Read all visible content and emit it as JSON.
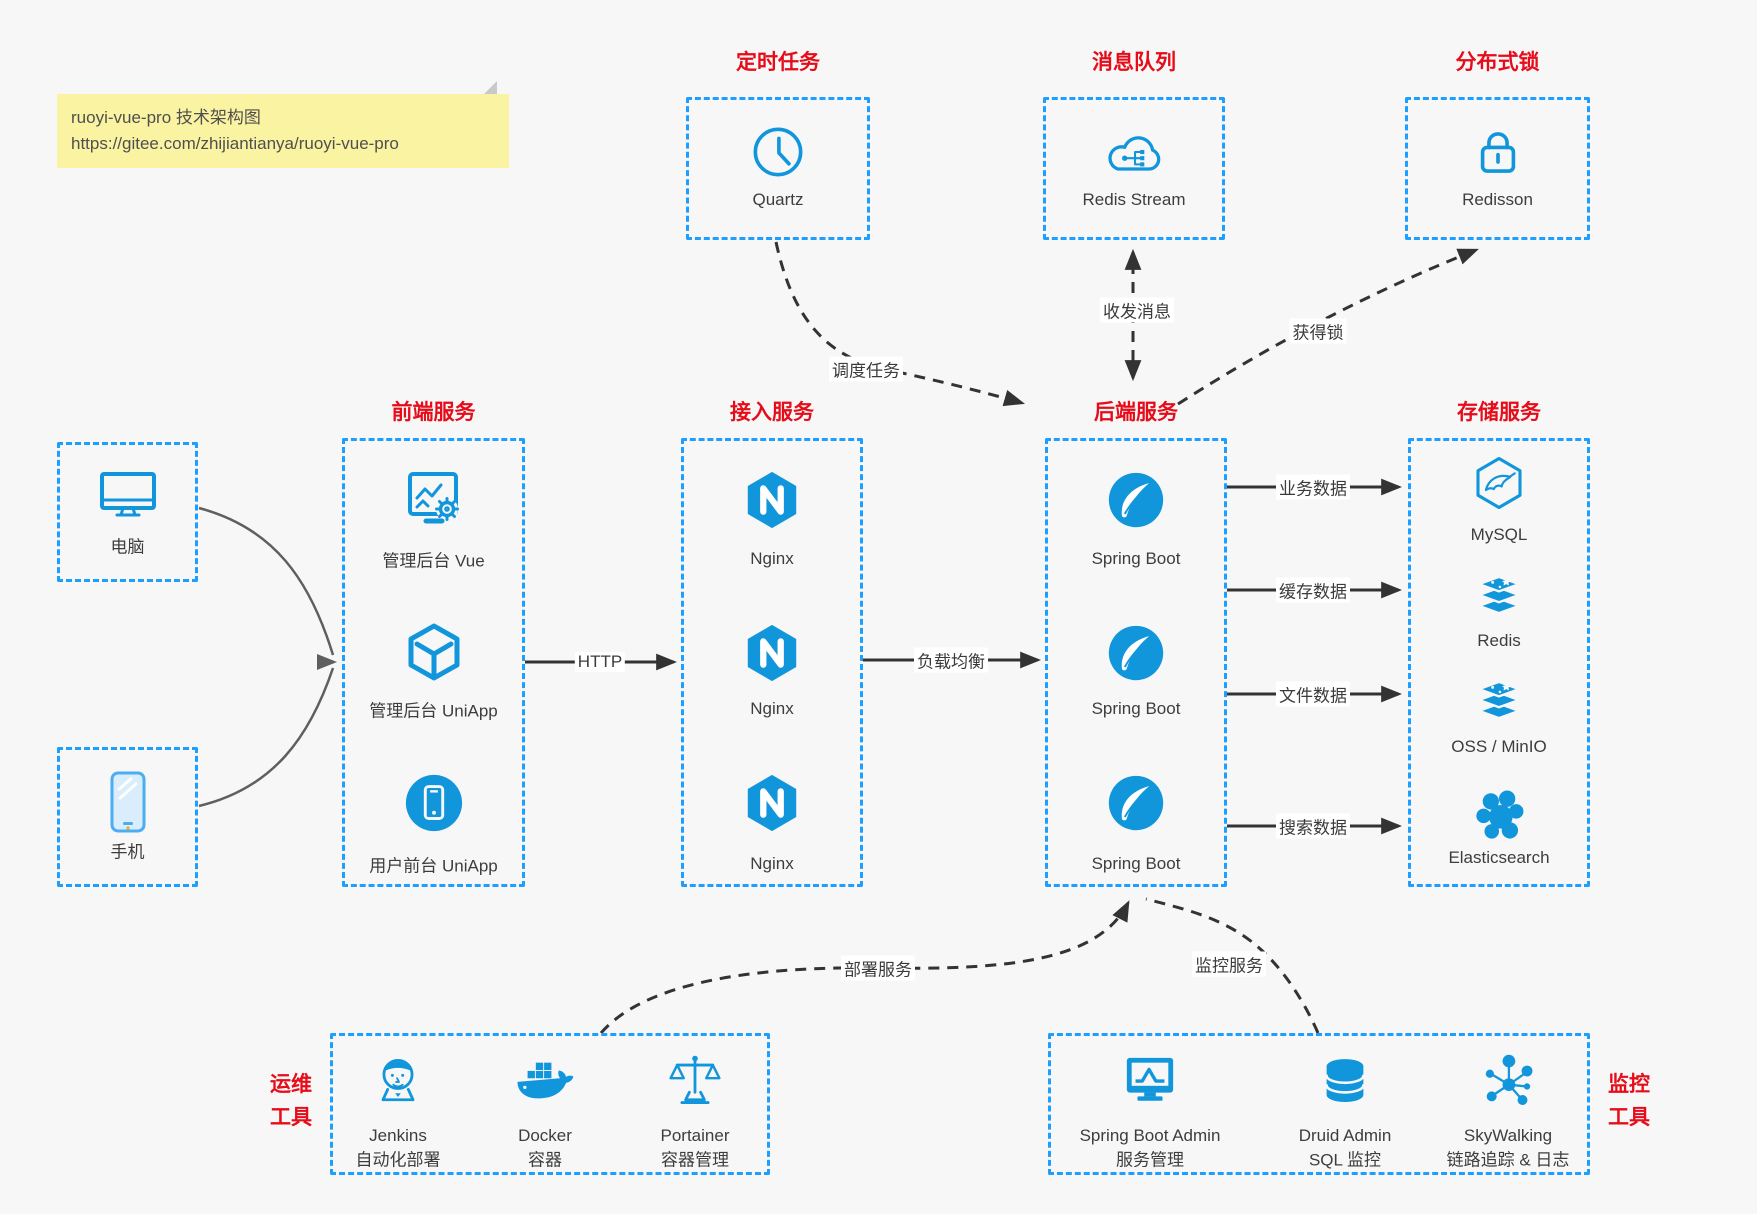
{
  "note": {
    "title": "ruoyi-vue-pro 技术架构图",
    "url": "https://gitee.com/zhijiantianya/ruoyi-vue-pro"
  },
  "top_groups": [
    {
      "title": "定时任务",
      "item": {
        "label": "Quartz",
        "icon": "clock-icon"
      }
    },
    {
      "title": "消息队列",
      "item": {
        "label": "Redis Stream",
        "icon": "mq-cloud-icon"
      }
    },
    {
      "title": "分布式锁",
      "item": {
        "label": "Redisson",
        "icon": "lock-icon"
      }
    }
  ],
  "clients": [
    {
      "label": "电脑",
      "icon": "desktop-icon"
    },
    {
      "label": "手机",
      "icon": "mobile-icon"
    }
  ],
  "columns": [
    {
      "title": "前端服务",
      "items": [
        {
          "label": "管理后台 Vue",
          "icon": "admin-vue-icon"
        },
        {
          "label": "管理后台 UniApp",
          "icon": "uniapp-cube-icon"
        },
        {
          "label": "用户前台 UniApp",
          "icon": "user-uniapp-icon"
        }
      ]
    },
    {
      "title": "接入服务",
      "items": [
        {
          "label": "Nginx",
          "icon": "nginx-icon"
        },
        {
          "label": "Nginx",
          "icon": "nginx-icon"
        },
        {
          "label": "Nginx",
          "icon": "nginx-icon"
        }
      ]
    },
    {
      "title": "后端服务",
      "items": [
        {
          "label": "Spring Boot",
          "icon": "spring-boot-icon"
        },
        {
          "label": "Spring Boot",
          "icon": "spring-boot-icon"
        },
        {
          "label": "Spring Boot",
          "icon": "spring-boot-icon"
        }
      ]
    },
    {
      "title": "存储服务",
      "items": [
        {
          "label": "MySQL",
          "icon": "mysql-icon"
        },
        {
          "label": "Redis",
          "icon": "redis-icon"
        },
        {
          "label": "OSS / MinIO",
          "icon": "oss-icon"
        },
        {
          "label": "Elasticsearch",
          "icon": "elasticsearch-icon"
        }
      ]
    }
  ],
  "edges": {
    "http": "HTTP",
    "load_balance": "负载均衡",
    "storage": [
      "业务数据",
      "缓存数据",
      "文件数据",
      "搜索数据"
    ],
    "schedule": "调度任务",
    "message": "收发消息",
    "lock": "获得锁",
    "deploy": "部署服务",
    "monitor": "监控服务"
  },
  "bottom_groups": [
    {
      "title_lines": [
        "运维",
        "工具"
      ],
      "items": [
        {
          "name": "Jenkins",
          "desc": "自动化部署",
          "icon": "jenkins-icon"
        },
        {
          "name": "Docker",
          "desc": "容器",
          "icon": "docker-icon"
        },
        {
          "name": "Portainer",
          "desc": "容器管理",
          "icon": "portainer-icon"
        }
      ]
    },
    {
      "title_lines": [
        "监控",
        "工具"
      ],
      "items": [
        {
          "name": "Spring Boot Admin",
          "desc": "服务管理",
          "icon": "spring-boot-admin-icon"
        },
        {
          "name": "Druid Admin",
          "desc": "SQL 监控",
          "icon": "druid-icon"
        },
        {
          "name": "SkyWalking",
          "desc": "链路追踪 & 日志",
          "icon": "skywalking-icon"
        }
      ]
    }
  ],
  "colors": {
    "background": "#f7f7f8",
    "box_border_blue": "#1e9fff",
    "icon_blue": "#1296db",
    "title_red": "#e60c19",
    "arrow_black": "#333333",
    "client_arrow_gray": "#5f5f5f",
    "note_yellow": "#faf3a2"
  }
}
